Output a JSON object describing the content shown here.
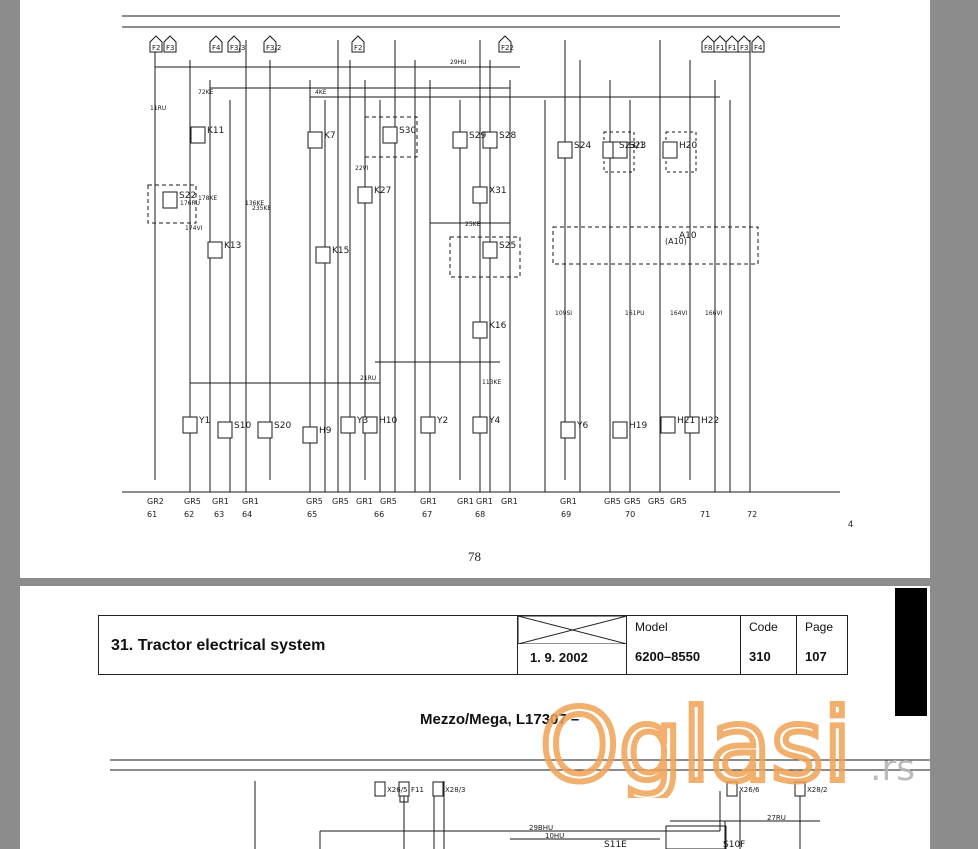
{
  "top_page": {
    "page_number": "78",
    "side_number": "4",
    "top_connectors": [
      "F2",
      "F3",
      "F4",
      "F3/3",
      "F3/2",
      "F2",
      "F22",
      "F8",
      "F11",
      "F1",
      "F3",
      "F4"
    ],
    "components": [
      "K11",
      "S22",
      "K13",
      "K7",
      "S30",
      "K27",
      "K15",
      "S29",
      "S28",
      "X31",
      "S25",
      "K16",
      "S24",
      "S23/1",
      "S23",
      "A10",
      "H20",
      "Y1",
      "S10",
      "S20",
      "H9",
      "Y3",
      "H10",
      "Y2",
      "Y4",
      "Y6",
      "H19",
      "H21",
      "H22"
    ],
    "wire_labels": [
      "29HU",
      "4KE",
      "11RU",
      "72KE",
      "176RU",
      "178KE",
      "174VI",
      "136KE",
      "22VI",
      "235KE",
      "25KE",
      "113KE",
      "109SI",
      "161PU",
      "164VI",
      "166VI",
      "21RU"
    ],
    "ground_labels": [
      "GR2",
      "GR5",
      "GR1",
      "GR1",
      "GR5",
      "GR5",
      "GR1",
      "GR5",
      "GR1",
      "GR1",
      "GR1",
      "GR1",
      "GR1",
      "GR5",
      "GR5",
      "GR5",
      "GR5"
    ],
    "column_numbers": [
      "61",
      "62",
      "63",
      "64",
      "65",
      "66",
      "67",
      "68",
      "69",
      "70",
      "71",
      "72"
    ],
    "a10_label": "(A10)"
  },
  "title_block": {
    "title": "31. Tractor electrical system",
    "date": "1. 9. 2002",
    "model_header": "Model",
    "model_value": "6200–8550",
    "code_header": "Code",
    "code_value": "310",
    "page_header": "Page",
    "page_value": "107"
  },
  "subtitle": "Mezzo/Mega, L17307 –",
  "bottom_page": {
    "connectors": [
      "F11",
      "X26/5",
      "X28/3",
      "X26/6",
      "X28/2"
    ],
    "components": [
      "S11E",
      "S10F"
    ],
    "wire_labels": [
      "29BHU",
      "10HU",
      "27RU"
    ]
  },
  "watermark": {
    "text": "Oglasi",
    "suffix": ".rs",
    "color": "#f0a355"
  },
  "colors": {
    "background": "#8c8c8c",
    "paper": "#ffffff",
    "ink": "#1a1a1a"
  }
}
